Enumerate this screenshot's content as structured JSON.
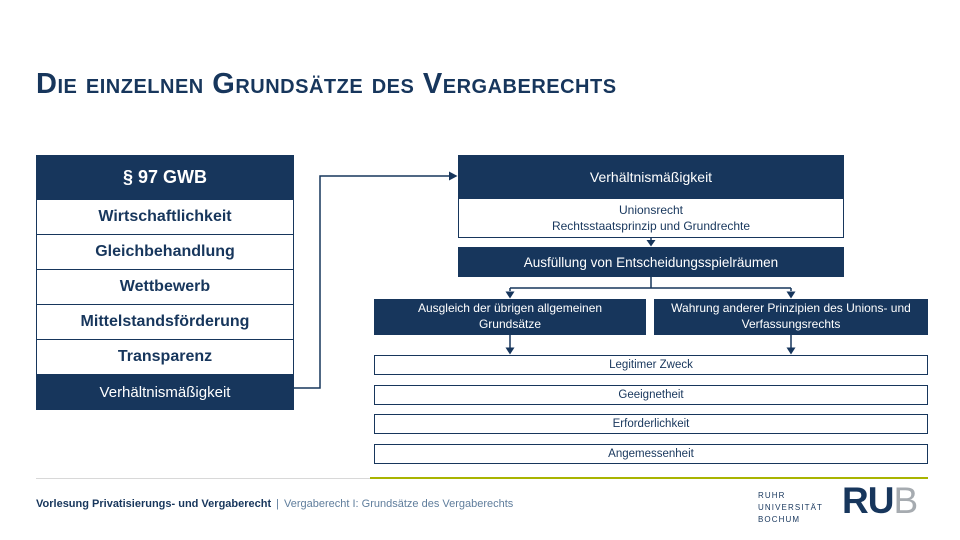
{
  "title": "Die einzelnen Grundsätze des Vergaberechts",
  "left_table": {
    "header": "§ 97 GWB",
    "rows": [
      "Wirtschaftlichkeit",
      "Gleichbehandlung",
      "Wettbewerb",
      "Mittelstandsförderung",
      "Transparenz"
    ],
    "highlight_row": "Verhältnismäßigkeit"
  },
  "diagram": {
    "top_box": "Verhältnismäßigkeit",
    "basis_line1": "Unionsrecht",
    "basis_line2": "Rechtsstaatsprinzip und Grundrechte",
    "mid_box": "Ausfüllung von Entscheidungsspielräumen",
    "branch_left": "Ausgleich der übrigen allgemeinen Grundsätze",
    "branch_right": "Wahrung anderer Prinzipien des Unions- und Verfassungsrechts",
    "steps": [
      "Legitimer Zweck",
      "Geeignetheit",
      "Erforderlichkeit",
      "Angemessenheit"
    ]
  },
  "footer": {
    "course": "Vorlesung Privatisierungs- und Vergaberecht",
    "separator": "|",
    "lecture": "Vergaberecht I: Grundsätze des Vergaberechts",
    "university_lines": [
      "RUHR",
      "UNIVERSITÄT",
      "BOCHUM"
    ],
    "logo_ru": "RU",
    "logo_b": "B"
  },
  "colors": {
    "primary_blue": "#17365c",
    "accent_green": "#a9b400",
    "logo_gray": "#a6abb0",
    "footer_text_blue": "#5f7d9c"
  }
}
